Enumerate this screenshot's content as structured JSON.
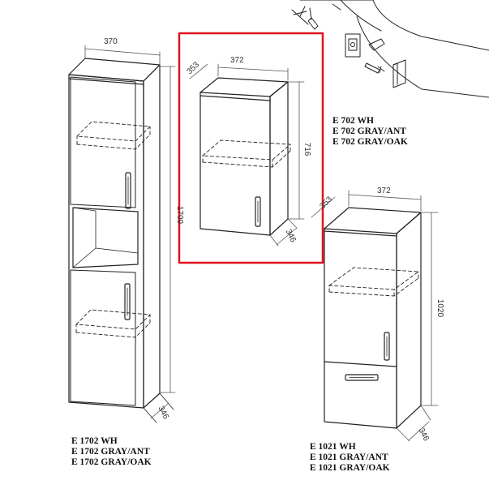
{
  "colors": {
    "highlight": "#e0141c",
    "line": "#222222",
    "dimension": "#444444"
  },
  "icon_names": [
    "wall-mount-bracket-icon"
  ],
  "cabinets": {
    "tall": {
      "width_label": "370",
      "height_label": "1700",
      "depth_label": "346",
      "models": [
        "E 1702 WH",
        "E 1702 GRAY/ANT",
        "E 1702 GRAY/OAK"
      ]
    },
    "wall": {
      "width_label": "372",
      "depth_top_label": "353",
      "height_label": "716",
      "depth_label": "346",
      "models": [
        "E 702 WH",
        "E 702 GRAY/ANT",
        "E 702 GRAY/OAK"
      ]
    },
    "mid": {
      "width_label": "372",
      "depth_top_label": "353",
      "height_label": "1020",
      "depth_label": "346",
      "models": [
        "E 1021 WH",
        "E 1021 GRAY/ANT",
        "E 1021 GRAY/OAK"
      ]
    }
  }
}
